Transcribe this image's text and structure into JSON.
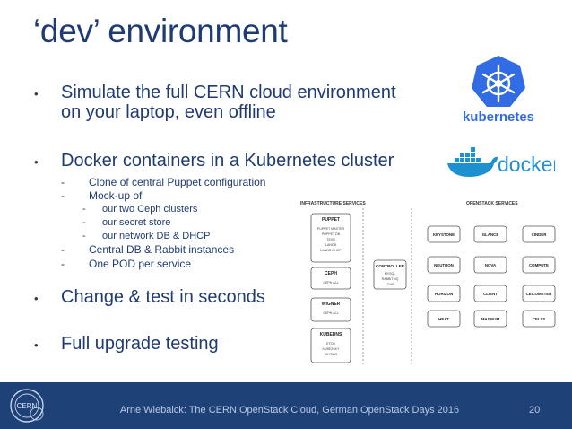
{
  "slide": {
    "title": "‘dev’ environment",
    "bullets": [
      {
        "marker": "•",
        "lines": [
          "Simulate the full CERN cloud environment",
          "on your laptop, even offline"
        ]
      },
      {
        "marker": "•",
        "lines": [
          "Docker containers in a Kubernetes cluster"
        ]
      },
      {
        "marker": "•",
        "lines": [
          "Change & test in seconds"
        ]
      },
      {
        "marker": "•",
        "lines": [
          "Full upgrade testing"
        ]
      }
    ],
    "sub_items": [
      {
        "marker": "-",
        "text": "Clone of central Puppet configuration"
      },
      {
        "marker": "-",
        "text": "Mock-up of"
      },
      {
        "marker": "-",
        "text": "our two Ceph clusters"
      },
      {
        "marker": "-",
        "text": "our secret store"
      },
      {
        "marker": "-",
        "text": "our network DB & DHCP"
      },
      {
        "marker": "-",
        "text": "Central DB & Rabbit instances"
      },
      {
        "marker": "-",
        "text": "One POD per service"
      }
    ]
  },
  "logos": {
    "kubernetes_text": "kubernetes",
    "kubernetes_color": "#326ce5",
    "docker_text": "docker",
    "docker_color": "#1d91d0"
  },
  "diagram": {
    "infra_title": "INFRASTRUCTURE SERVICES",
    "openstack_title": "OPENSTACK SERVICES",
    "infra_boxes": [
      {
        "name": "PUPPET",
        "items": [
          "PUPPET MASTER",
          "PUPPET DB",
          "TEIGI",
          "LANDB",
          "LANDB DHCP"
        ]
      },
      {
        "name": "CEPH",
        "items": [
          "CEPH ALL"
        ]
      },
      {
        "name": "WIGNER",
        "items": [
          "CEPH ALL"
        ]
      },
      {
        "name": "KUBEDNS",
        "items": [
          "ETCD",
          "KUBE2SKY",
          "SKYDNS"
        ]
      }
    ],
    "controller": {
      "name": "CONTROLLER",
      "items": [
        "MYSQL",
        "RABBITMQ",
        "LDAP"
      ]
    },
    "openstack_rows": [
      [
        "KEYSTONE",
        "GLANCE",
        "CINDER"
      ],
      [
        "NEUTRON",
        "NOVA",
        "COMPUTE"
      ],
      [
        "HORIZON",
        "CLIENT",
        "CEILOMETER"
      ],
      [
        "HEAT",
        "MAGNUM",
        "CELLS"
      ]
    ]
  },
  "footer": {
    "text": "Arne Wiebalck: The CERN OpenStack Cloud, German OpenStack Days 2016",
    "page": "20",
    "logo_text": "CERN",
    "bar_color": "#1e4178"
  }
}
